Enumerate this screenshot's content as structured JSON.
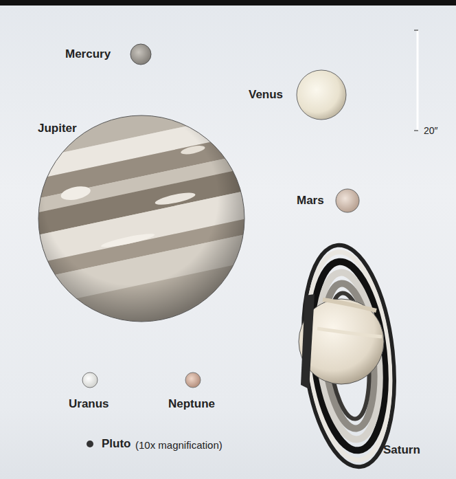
{
  "diagram": {
    "labels": [
      "Mercury",
      "Venus",
      "20″",
      "Jupiter",
      "Mars",
      "Uranus",
      "Neptune",
      "Pluto",
      "(10x magnification)",
      "Saturn"
    ]
  }
}
